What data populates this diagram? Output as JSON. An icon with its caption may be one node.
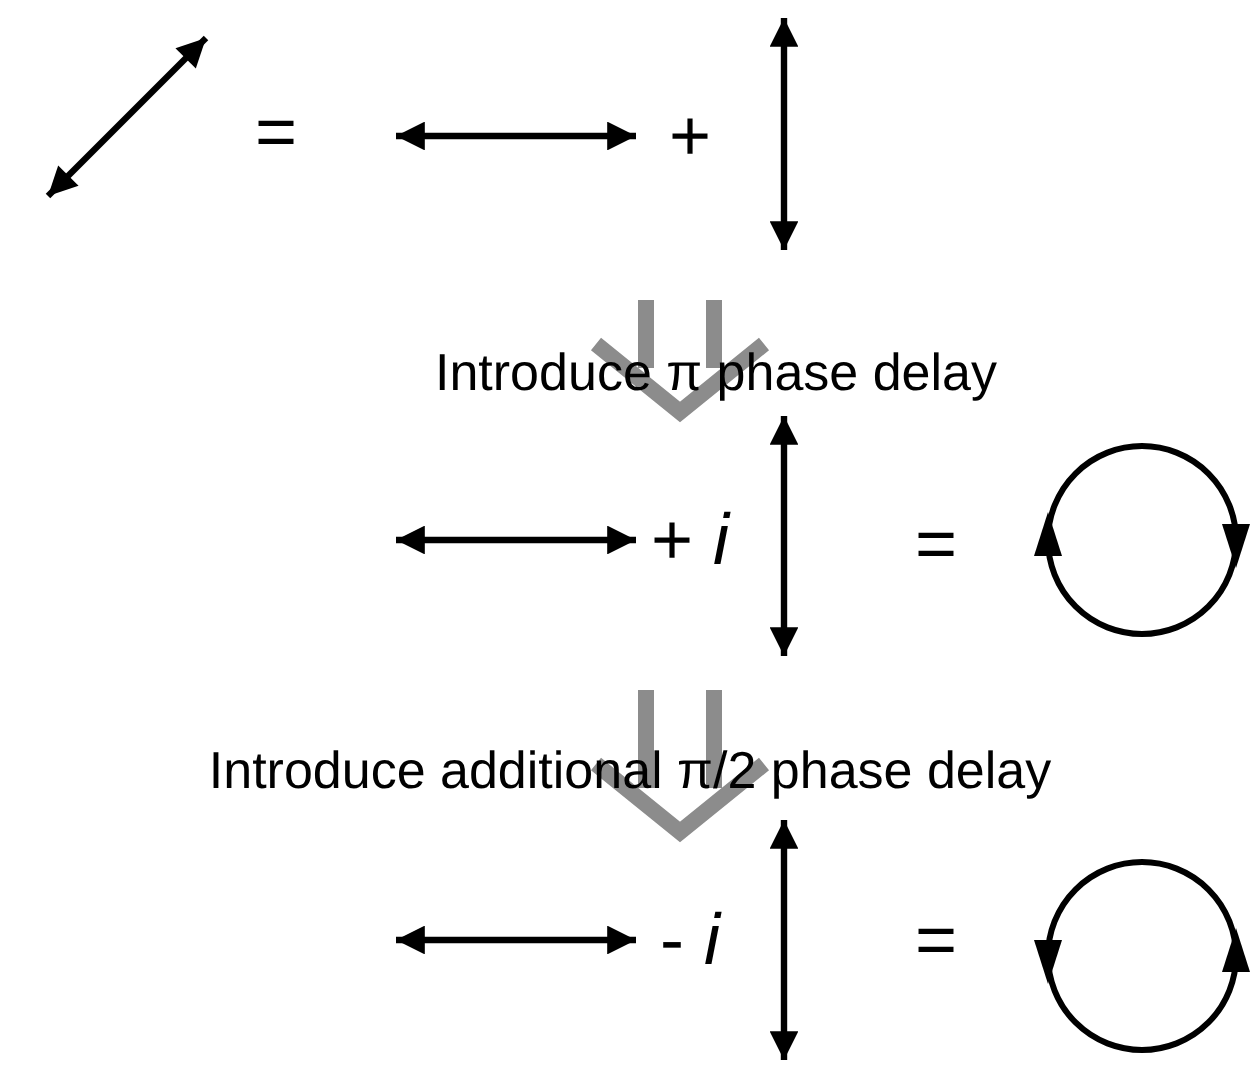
{
  "diagram": {
    "labels": [
      "=",
      "+",
      "Introduce π phase delay",
      "+ *i*",
      "=",
      "Introduce additional π/2 phase delay",
      "- *i*",
      "="
    ]
  }
}
